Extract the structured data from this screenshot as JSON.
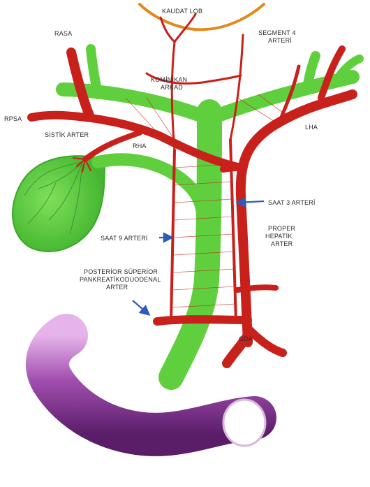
{
  "labels": {
    "kaudat_lob": "KAUDAT LOB",
    "rasa": "RASA",
    "segment4_line1": "SEGMENT 4",
    "segment4_line2": "ARTERİ",
    "kominikan_line1": "KOMİNİKAN",
    "kominikan_line2": "ARKAD",
    "rpsa": "RPSA",
    "sistik_arter": "SİSTİK ARTER",
    "rha": "RHA",
    "lha": "LHA",
    "saat3_arteri": "SAAT 3 ARTERİ",
    "saat9_arteri": "SAAT 9 ARTERİ",
    "proper_line1": "PROPER",
    "proper_line2": "HEPATİK",
    "proper_line3": "ARTER",
    "posterior_line1": "POSTERİOR SÜPERİOR",
    "posterior_line2": "PANKREATİKODUODENAL",
    "posterior_line3": "ARTER",
    "gda": "GDA"
  },
  "colors": {
    "artery": "#c8201b",
    "artery_light": "#e8463c",
    "bile_duct": "#5fcf3e",
    "bile_duct_dark": "#3aa82a",
    "lobe_outline": "#e38a1c",
    "duodenum": "#a24fb0",
    "arrow": "#2f5bb8"
  }
}
